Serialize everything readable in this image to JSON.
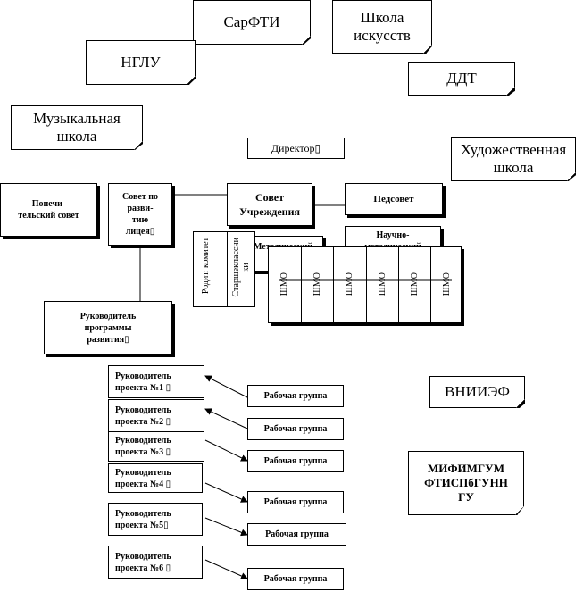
{
  "partners": {
    "sarfti": "СарФТИ",
    "art_school": "Школа\nискусств",
    "nglu": "НГЛУ",
    "ddt": "ДДТ",
    "music_school": "Музыкальная\nшкола",
    "fine_art_school": "Художественная\nшкола",
    "vniief": "ВНИИЭФ",
    "mifi": "МИФИМГУМ\nФТИСПбГУНН\nГУ"
  },
  "structure": {
    "director": "Директор ",
    "trustees": "Попечи-\nтельский совет",
    "lyceum_council": "Совет по\nразви-\nтию\nлицея",
    "institution_council": "Совет\nУчреждения",
    "teachers_council": "Педсовет",
    "scientific_council": "Научно-\nметодический",
    "methodical_council": "Методический\nсовет",
    "parents_committee": "Родит. комитет",
    "senior_students": "Старшеклассни\nки",
    "program_head": "Руководитель\nпрограммы\nразвития",
    "shmo": [
      "ШМО",
      "ШМО",
      "ШМО",
      "ШМО",
      "ШМО",
      "ШМО"
    ]
  },
  "projects": [
    {
      "head": "Руководитель\nпроекта №1 ",
      "group": "Рабочая группа"
    },
    {
      "head": "Руководитель\nпроекта №2 ",
      "group": "Рабочая группа"
    },
    {
      "head": "Руководитель\nпроекта №3 ",
      "group": "Рабочая группа"
    },
    {
      "head": "Руководитель\nпроекта №4  ",
      "group": "Рабочая группа"
    },
    {
      "head": "Руководитель\nпроекта №5",
      "group": "Рабочая группа"
    },
    {
      "head": "Руководитель\nпроекта №6 ",
      "group": "Рабочая группа"
    }
  ]
}
